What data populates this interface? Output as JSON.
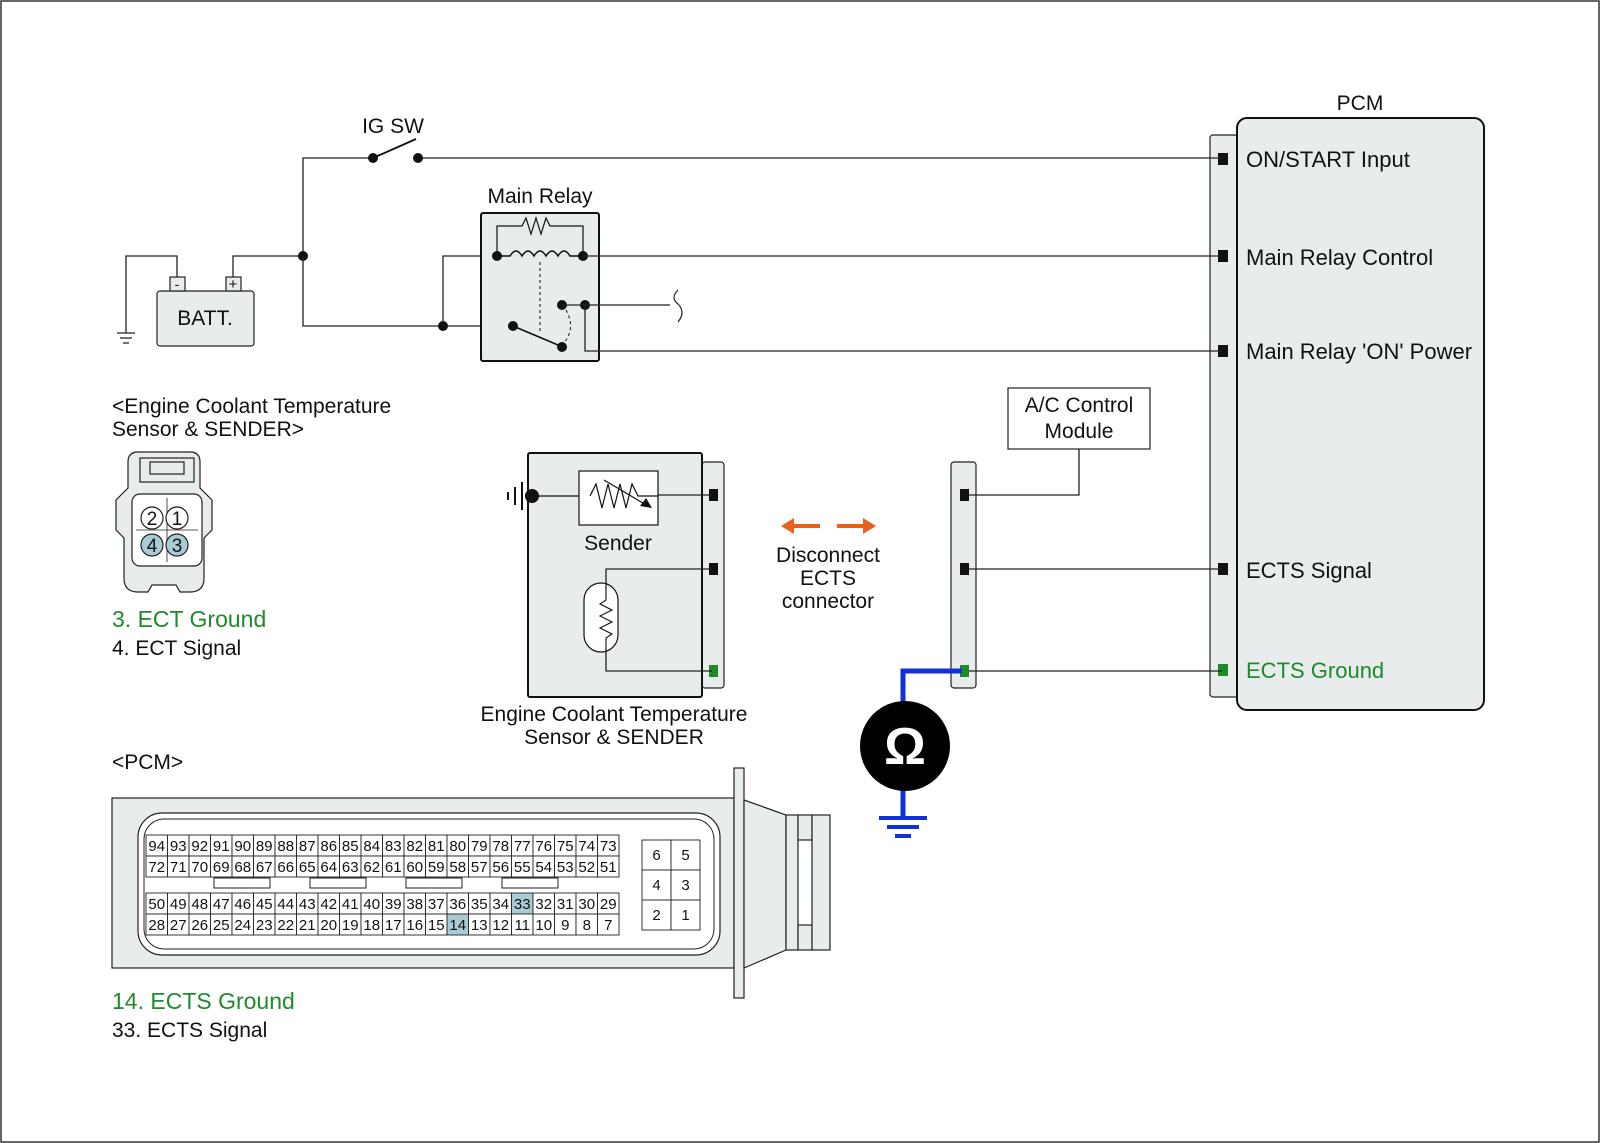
{
  "colors": {
    "panel": "#e8eced",
    "highlight_pin": "#a9cbd6",
    "ground_green": "#1e8a2a",
    "probe_blue": "#1030d8",
    "arrow_orange": "#e8601c"
  },
  "labels": {
    "ig_sw": "IG SW",
    "main_relay": "Main Relay",
    "batt": "BATT.",
    "batt_minus": "-",
    "batt_plus": "+",
    "pcm_title": "PCM",
    "ac_control_line1": "A/C Control",
    "ac_control_line2": "Module",
    "sender": "Sender",
    "disconnect_line1": "Disconnect",
    "disconnect_line2": "ECTS",
    "disconnect_line3": "connector",
    "ohm_symbol": "Ω",
    "ects_sensor_caption_line1": "Engine Coolant Temperature",
    "ects_sensor_caption_line2": "Sensor & SENDER",
    "connector_title_line1": "<Engine Coolant Temperature",
    "connector_title_line2": "Sensor & SENDER>",
    "pcm_connector_title": "<PCM>"
  },
  "pcm_pins": {
    "on_start": "ON/START Input",
    "relay_control": "Main Relay Control",
    "relay_on_power": "Main Relay 'ON' Power",
    "ects_signal": "ECTS Signal",
    "ects_ground": "ECTS Ground"
  },
  "ect_connector": {
    "pins": [
      "2",
      "1",
      "4",
      "3"
    ],
    "legend": [
      "3. ECT Ground",
      "4. ECT Signal"
    ]
  },
  "pcm_connector": {
    "row1": [
      "94",
      "93",
      "92",
      "91",
      "90",
      "89",
      "88",
      "87",
      "86",
      "85",
      "84",
      "83",
      "82",
      "81",
      "80",
      "79",
      "78",
      "77",
      "76",
      "75",
      "74",
      "73"
    ],
    "row2": [
      "72",
      "71",
      "70",
      "69",
      "68",
      "67",
      "66",
      "65",
      "64",
      "63",
      "62",
      "61",
      "60",
      "59",
      "58",
      "57",
      "56",
      "55",
      "54",
      "53",
      "52",
      "51"
    ],
    "row3": [
      "50",
      "49",
      "48",
      "47",
      "46",
      "45",
      "44",
      "43",
      "42",
      "41",
      "40",
      "39",
      "38",
      "37",
      "36",
      "35",
      "34",
      "33",
      "32",
      "31",
      "30",
      "29"
    ],
    "row4": [
      "28",
      "27",
      "26",
      "25",
      "24",
      "23",
      "22",
      "21",
      "20",
      "19",
      "18",
      "17",
      "16",
      "15",
      "14",
      "13",
      "12",
      "11",
      "10",
      "9",
      "8",
      "7"
    ],
    "small_block": [
      "6",
      "5",
      "4",
      "3",
      "2",
      "1"
    ],
    "highlighted": [
      "33",
      "14"
    ],
    "legend": [
      "14. ECTS Ground",
      "33. ECTS Signal"
    ]
  }
}
